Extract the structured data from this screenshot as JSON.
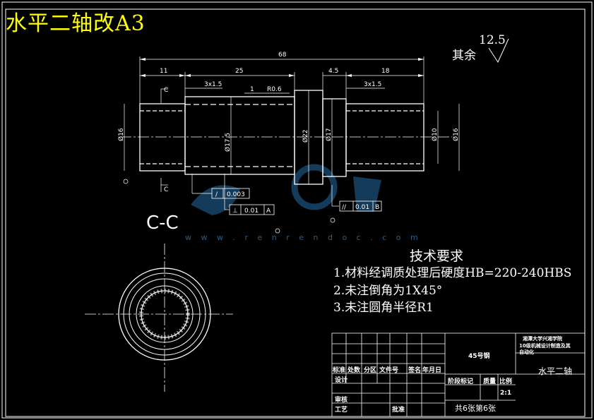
{
  "drawing_title": "水平二轴改A3",
  "section_label": "C-C",
  "roughness": {
    "prefix": "其余",
    "value": "12.5"
  },
  "dimensions": {
    "overall": "68",
    "seg_left": "11",
    "seg_main": "25",
    "seg_collar": "4.5",
    "seg_right": "18",
    "chamfer_left": "3x1.5",
    "chamfer_right": "3x1.5",
    "fillet": "R0.6",
    "dia_left": "Ø16",
    "dia_main": "Ø17.5",
    "dia_collar": "Ø22",
    "dia_17": "Ø17",
    "dia_right_inner": "Ø10",
    "dia_right": "Ø16",
    "section_c": "C",
    "datum_a": "A",
    "datum_b": "B",
    "roughness_small": "1"
  },
  "tolerances": [
    {
      "symbol": "/",
      "value": "0.003"
    },
    {
      "symbol": "⊥",
      "value": "0.01",
      "datum": "A"
    },
    {
      "symbol": "//",
      "value": "0.01",
      "datum": "B"
    }
  ],
  "tech_requirements": {
    "title": "技术要求",
    "items": [
      "1.材料经调质处理后硬度HB=220-240HBS",
      "2.未注倒角为1X45°",
      "3.未注圆角半径R1"
    ]
  },
  "title_block": {
    "material": "45号钢",
    "school": "湘潭大学兴湘学院",
    "major_line1": "10级机械设计制造及其",
    "major_line2": "自动化",
    "part_name": "水平二轴",
    "headers": [
      "标准",
      "处数",
      "分区",
      "文件号",
      "签名",
      "年月日"
    ],
    "design": "设计",
    "review": "审核",
    "process": "工艺",
    "approve": "批准",
    "stage_mark": "阶段标记",
    "mass": "质量",
    "scale_label": "比例",
    "scale": "2:1",
    "sheets": "共6张第6张"
  },
  "watermark": "w w w . r e n r e n d o c . c o m"
}
